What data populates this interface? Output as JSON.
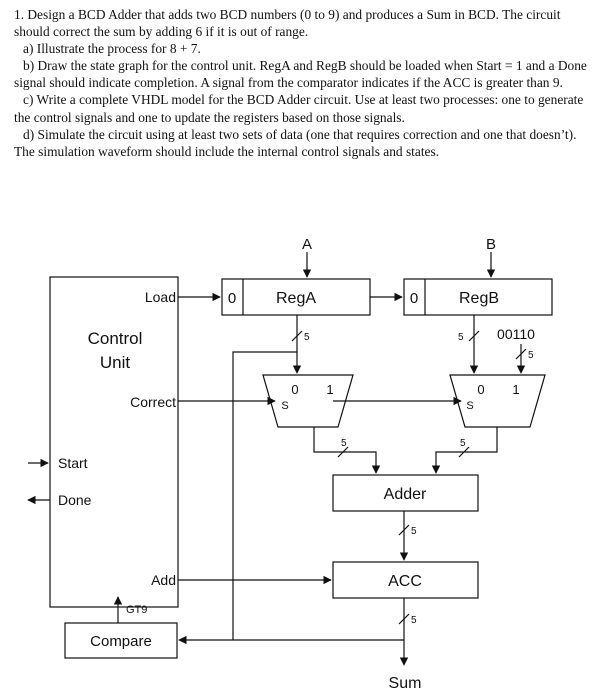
{
  "problem": {
    "intro": "1.  Design a BCD Adder that adds two BCD numbers (0 to 9) and produces a Sum in BCD.  The circuit should correct the sum by adding 6 if it is out of range.",
    "items": [
      "a)  Illustrate the process for 8 + 7.",
      "b)  Draw the state graph for the control unit.  RegA and RegB should be loaded when Start = 1 and a Done signal should indicate completion.  A signal from the comparator indicates if the ACC is greater than 9.",
      "c)  Write a complete VHDL model for the BCD Adder circuit.  Use at least two processes:  one to generate the control signals and one to update the registers based on those signals.",
      "d)  Simulate the circuit using at least two sets of data (one that requires correction and one that doesn’t).  The simulation waveform should include the internal control signals and states."
    ]
  },
  "diagram": {
    "input_a": "A",
    "input_b": "B",
    "control_unit": [
      "Control",
      "Unit"
    ],
    "signals": {
      "load": "Load",
      "correct": "Correct",
      "start": "Start",
      "done": "Done",
      "add": "Add",
      "gt9": "GT9"
    },
    "rega": {
      "prefix": "0",
      "label": "RegA"
    },
    "regb": {
      "prefix": "0",
      "label": "RegB"
    },
    "constant": "00110",
    "mux_left": {
      "in0": "0",
      "in1": "1",
      "sel": "S"
    },
    "mux_right": {
      "in0": "0",
      "in1": "1",
      "sel": "S"
    },
    "adder": "Adder",
    "acc": "ACC",
    "compare": "Compare",
    "output": "Sum",
    "bus_width": "5"
  }
}
